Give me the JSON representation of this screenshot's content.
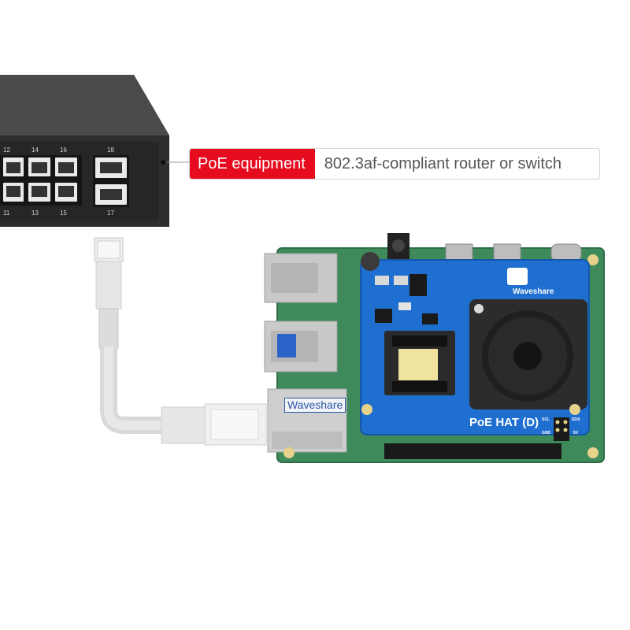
{
  "callout": {
    "tag": "PoE equipment",
    "description": "802.3af-compliant router or switch"
  },
  "switch": {
    "top_port_numbers": [
      "12",
      "14",
      "16",
      "18"
    ],
    "bottom_port_numbers": [
      "11",
      "13",
      "15",
      "17"
    ]
  },
  "hat": {
    "brand": "Waveshare",
    "label": "PoE HAT (D)",
    "pins": {
      "scl": "SCL",
      "sda": "SDA",
      "gnd": "GND",
      "v5": "5V"
    }
  },
  "ethernet_jack": {
    "sticker_text": "Waveshare"
  },
  "colors": {
    "accent": "#e60b1f",
    "hat_blue": "#1f6fd0",
    "pcb_green": "#3f8a5a",
    "switch_body": "#3a3a3a"
  }
}
